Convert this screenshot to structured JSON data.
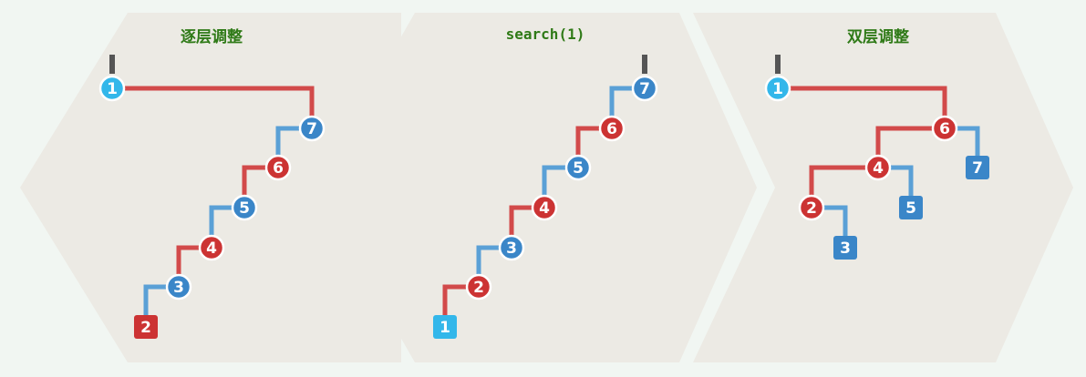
{
  "colors": {
    "background": "#f1f6f2",
    "panel": "#eceae4",
    "red": "#cc3333",
    "blue": "#3a86c8",
    "cyan": "#33b7ea",
    "edge_red": "#d24a4a",
    "edge_blue": "#5aa0d6",
    "pointer": "#555555",
    "title": "#2f7a17"
  },
  "panels": [
    {
      "id": "left",
      "title": "逐层调整",
      "mono": false,
      "nodes": [
        {
          "id": "1",
          "label": "1",
          "shape": "circle",
          "color": "cyan",
          "root": true
        },
        {
          "id": "7",
          "label": "7",
          "shape": "circle",
          "color": "blue"
        },
        {
          "id": "6",
          "label": "6",
          "shape": "circle",
          "color": "red"
        },
        {
          "id": "5",
          "label": "5",
          "shape": "circle",
          "color": "blue"
        },
        {
          "id": "4",
          "label": "4",
          "shape": "circle",
          "color": "red"
        },
        {
          "id": "3",
          "label": "3",
          "shape": "circle",
          "color": "blue"
        },
        {
          "id": "2",
          "label": "2",
          "shape": "square",
          "color": "red"
        }
      ],
      "edges": [
        {
          "from": "1",
          "to": "7",
          "color": "edge_red"
        },
        {
          "from": "7",
          "to": "6",
          "color": "edge_blue"
        },
        {
          "from": "6",
          "to": "5",
          "color": "edge_red"
        },
        {
          "from": "5",
          "to": "4",
          "color": "edge_blue"
        },
        {
          "from": "4",
          "to": "3",
          "color": "edge_red"
        },
        {
          "from": "3",
          "to": "2",
          "color": "edge_blue"
        }
      ]
    },
    {
      "id": "middle",
      "title": "search(1)",
      "mono": true,
      "nodes": [
        {
          "id": "7",
          "label": "7",
          "shape": "circle",
          "color": "blue",
          "root": true
        },
        {
          "id": "6",
          "label": "6",
          "shape": "circle",
          "color": "red"
        },
        {
          "id": "5",
          "label": "5",
          "shape": "circle",
          "color": "blue"
        },
        {
          "id": "4",
          "label": "4",
          "shape": "circle",
          "color": "red"
        },
        {
          "id": "3",
          "label": "3",
          "shape": "circle",
          "color": "blue"
        },
        {
          "id": "2",
          "label": "2",
          "shape": "circle",
          "color": "red"
        },
        {
          "id": "1",
          "label": "1",
          "shape": "square",
          "color": "cyan"
        }
      ],
      "edges": [
        {
          "from": "7",
          "to": "6",
          "color": "edge_blue"
        },
        {
          "from": "6",
          "to": "5",
          "color": "edge_red"
        },
        {
          "from": "5",
          "to": "4",
          "color": "edge_blue"
        },
        {
          "from": "4",
          "to": "3",
          "color": "edge_red"
        },
        {
          "from": "3",
          "to": "2",
          "color": "edge_blue"
        },
        {
          "from": "2",
          "to": "1",
          "color": "edge_red"
        }
      ]
    },
    {
      "id": "right",
      "title": "双层调整",
      "mono": false,
      "nodes": [
        {
          "id": "1",
          "label": "1",
          "shape": "circle",
          "color": "cyan",
          "root": true
        },
        {
          "id": "6",
          "label": "6",
          "shape": "circle",
          "color": "red"
        },
        {
          "id": "7",
          "label": "7",
          "shape": "square",
          "color": "blue"
        },
        {
          "id": "4",
          "label": "4",
          "shape": "circle",
          "color": "red"
        },
        {
          "id": "5",
          "label": "5",
          "shape": "square",
          "color": "blue"
        },
        {
          "id": "2",
          "label": "2",
          "shape": "circle",
          "color": "red"
        },
        {
          "id": "3",
          "label": "3",
          "shape": "square",
          "color": "blue"
        }
      ],
      "edges": [
        {
          "from": "1",
          "to": "6",
          "color": "edge_red"
        },
        {
          "from": "6",
          "to": "7",
          "color": "edge_blue"
        },
        {
          "from": "6",
          "to": "4",
          "color": "edge_red"
        },
        {
          "from": "4",
          "to": "5",
          "color": "edge_blue"
        },
        {
          "from": "4",
          "to": "2",
          "color": "edge_red"
        },
        {
          "from": "2",
          "to": "3",
          "color": "edge_blue"
        }
      ]
    }
  ]
}
